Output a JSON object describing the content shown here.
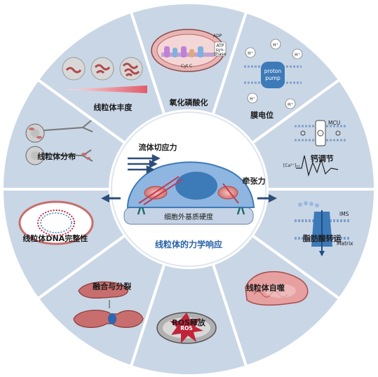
{
  "center": {
    "title": "线粒体的力学响应",
    "shear_label": "流体切应力",
    "stretch_label": "牵张力",
    "ecm_label": "细胞外基质硬度"
  },
  "segments": [
    {
      "id": "oxphos",
      "label": "氧化磷酸化"
    },
    {
      "id": "membrane-potential",
      "label": "膜电位"
    },
    {
      "id": "calcium",
      "label": "钙调节"
    },
    {
      "id": "fatty-acid",
      "label": "脂肪酸转运"
    },
    {
      "id": "mitophagy",
      "label": "线粒体自噬"
    },
    {
      "id": "ros",
      "label": "ROS释放"
    },
    {
      "id": "fusion-fission",
      "label": "融合与分裂"
    },
    {
      "id": "mtdna",
      "label": "线粒体DNA完整性"
    },
    {
      "id": "distribution",
      "label": "线粒体分布"
    },
    {
      "id": "abundance",
      "label": "线粒体丰度"
    }
  ],
  "inner_text": {
    "proton_pump": "proton",
    "proton_pump_2": "pump",
    "h_plus": "H⁺",
    "mcu": "MCU",
    "ca_signal": "[Ca²⁺]ₘₜ",
    "ims": "IMS",
    "matrix": "Matrix",
    "ros_burst": "ROS",
    "atp_synthase": "ATP",
    "atp_synthase_2": "syn-",
    "atp_synthase_3": "thase",
    "adp": "ADP",
    "cyt_c": "Cyt C"
  },
  "colors": {
    "ring": "#c9d6e6",
    "ring_stroke": "#ffffff",
    "center_fill": "#ffffff",
    "cell": "#3d7ab8",
    "cell_dark": "#1e4f86",
    "mito": "#e08a8a",
    "mito_dark": "#b24a4a",
    "arrow": "#2c4f7a",
    "title": "#2a63a8"
  }
}
